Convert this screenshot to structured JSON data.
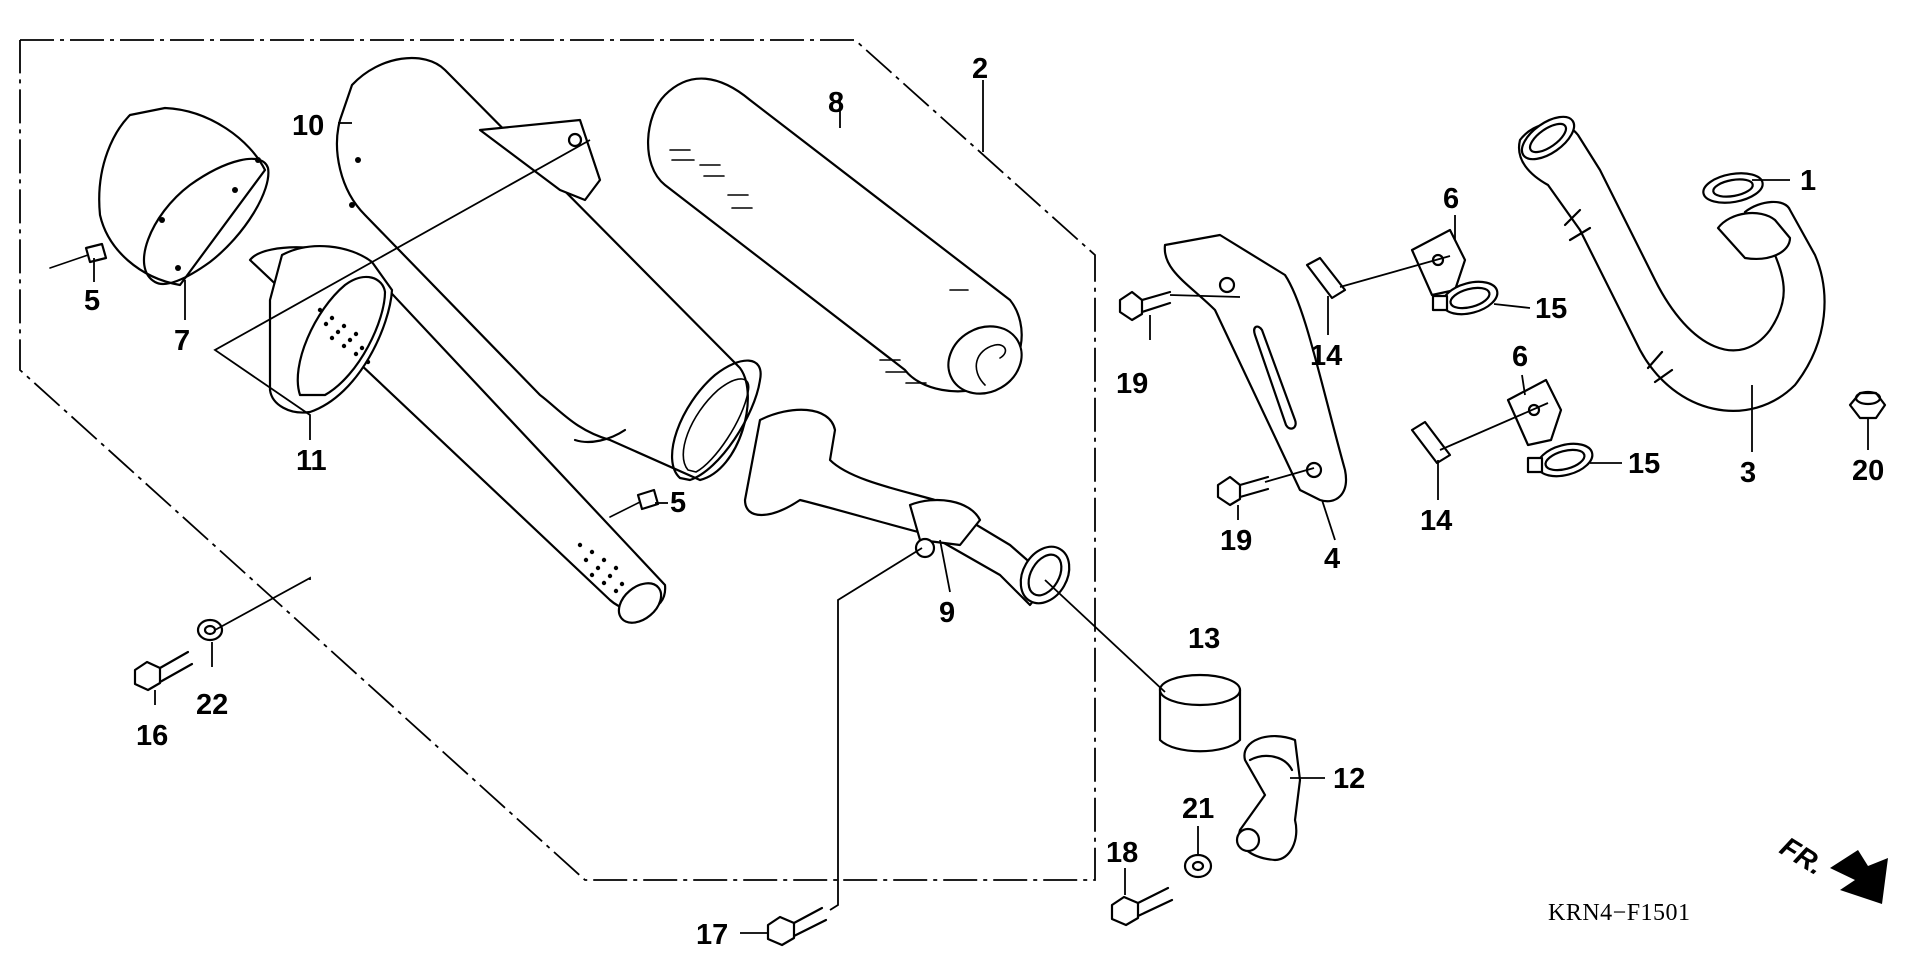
{
  "diagram": {
    "code": "KRN4−F1501",
    "direction_label": "FR.",
    "callouts": [
      "1",
      "2",
      "3",
      "4",
      "5",
      "5",
      "6",
      "6",
      "7",
      "8",
      "9",
      "10",
      "11",
      "12",
      "13",
      "14",
      "14",
      "15",
      "15",
      "16",
      "17",
      "18",
      "19",
      "19",
      "20",
      "21",
      "22"
    ]
  }
}
